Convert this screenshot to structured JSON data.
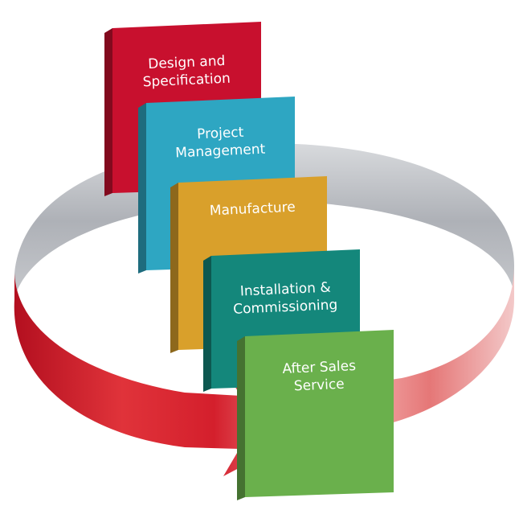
{
  "diagram": {
    "stages": [
      {
        "lines": [
          "Design and",
          "Specification"
        ],
        "color": "#c8102e"
      },
      {
        "lines": [
          "Project",
          "Management"
        ],
        "color": "#2ea6c2"
      },
      {
        "lines": [
          "Manufacture"
        ],
        "color": "#d9a02b"
      },
      {
        "lines": [
          "Installation &",
          "Commissioning"
        ],
        "color": "#14877b"
      },
      {
        "lines": [
          "After Sales",
          "Service"
        ],
        "color": "#6ab04c"
      }
    ],
    "ring_colors": {
      "arrow": "#c8102e",
      "arrow_light": "#f3c4c4",
      "band_back": "#b9bcc2"
    }
  }
}
